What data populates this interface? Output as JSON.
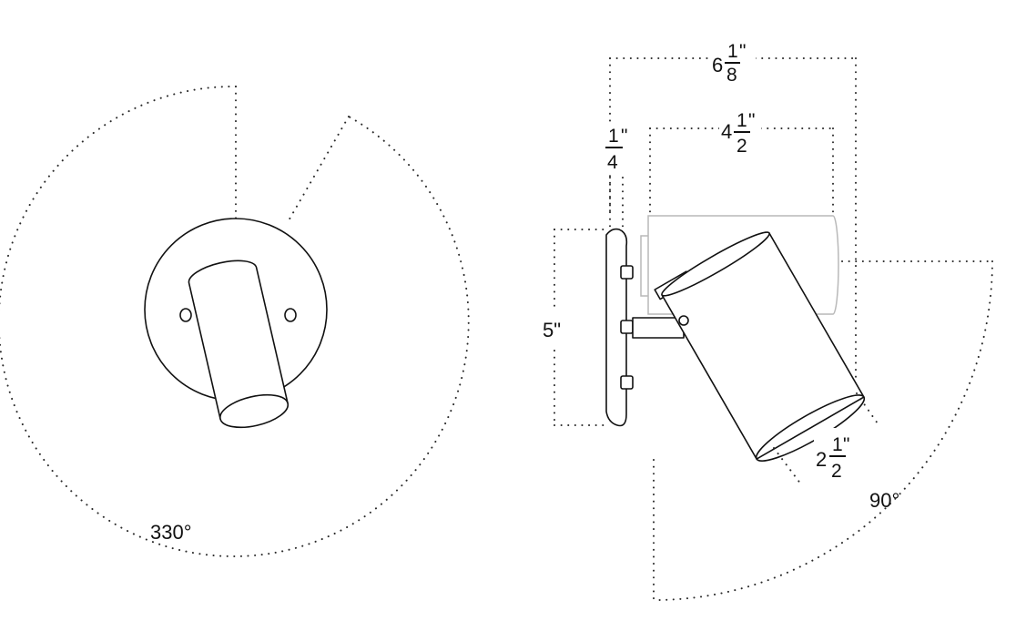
{
  "front_view": {
    "rotation_label": "330°"
  },
  "side_view": {
    "overall_depth": {
      "whole": "6",
      "num": "1",
      "den": "8",
      "unit": "\""
    },
    "shade_length": {
      "whole": "4",
      "num": "1",
      "den": "2",
      "unit": "\""
    },
    "plate_thickness": {
      "num": "1",
      "den": "4",
      "unit": "\""
    },
    "plate_height": "5\"",
    "shade_diameter": {
      "whole": "2",
      "num": "1",
      "den": "2",
      "unit": "\""
    },
    "tilt_label": "90°"
  }
}
